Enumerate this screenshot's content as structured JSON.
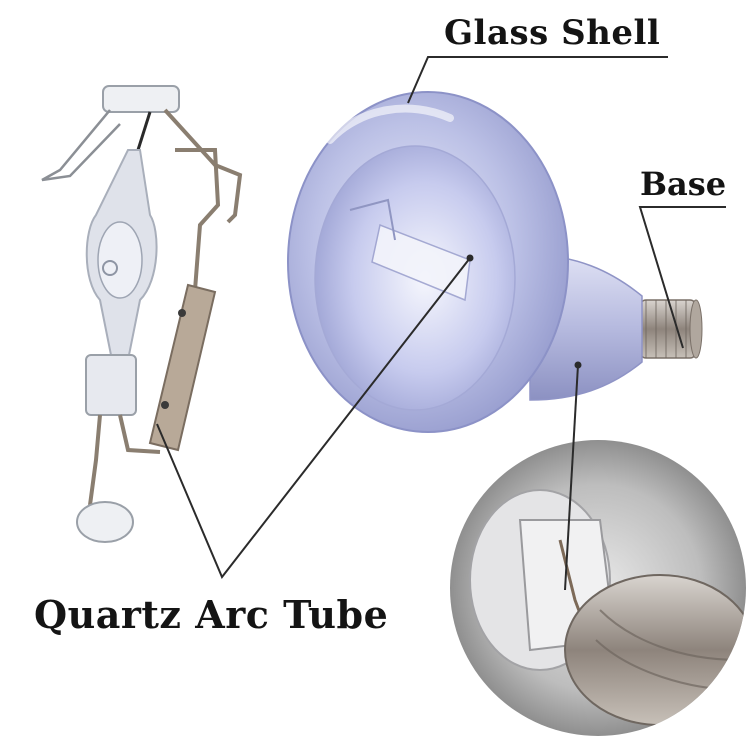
{
  "labels": {
    "glass_shell": "Glass Shell",
    "base": "Base",
    "quartz_arc_tube": "Quartz Arc Tube"
  },
  "colors": {
    "background": "#ffffff",
    "label_text": "#141414",
    "leader_line": "#2b2b2b",
    "glass_tint": "#b9bde6",
    "metal": "#9a8f86"
  },
  "parts": {
    "left_photo": "quartz arc tube assembly with support frame",
    "center_photo": "reflector lamp with glass shell and screw base",
    "inset_photo": "close-up of lamp neck and base"
  }
}
